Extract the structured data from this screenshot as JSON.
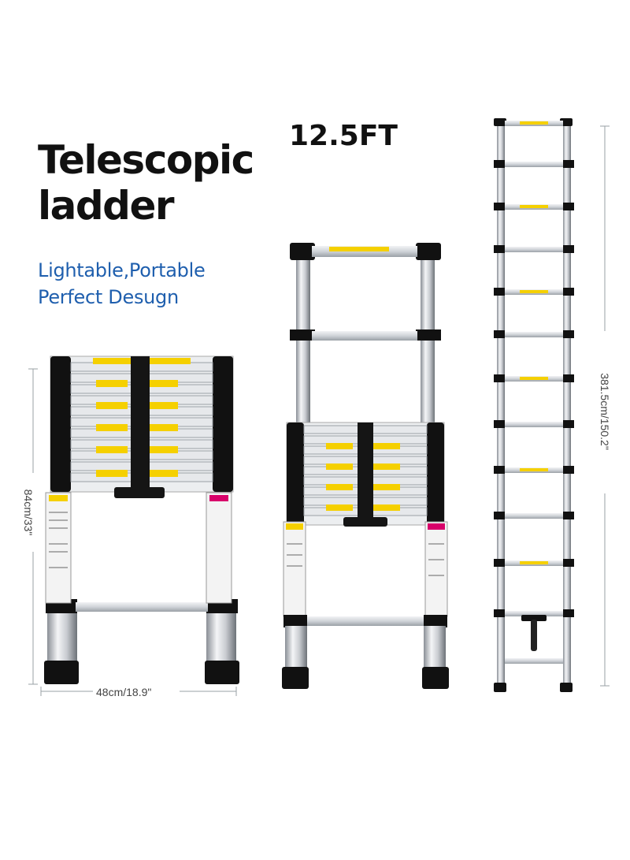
{
  "headline": {
    "line1": "Telescopic",
    "line2": "ladder"
  },
  "tagline": {
    "line1": "Lightable,Portable",
    "line2": "Perfect Desugn"
  },
  "size_label": "12.5FT",
  "dimensions": {
    "width": "48cm/18.9\"",
    "collapsed_height": "84cm/33\"",
    "extended_height": "381.5cm/150.2\""
  },
  "colors": {
    "tagline": "#1f5fae",
    "rung": "#d8dbe0",
    "label_yellow": "#f5d000",
    "black_joint": "#111111"
  },
  "ladders": [
    "collapsed-ladder",
    "partially-extended-ladder",
    "fully-extended-ladder"
  ]
}
